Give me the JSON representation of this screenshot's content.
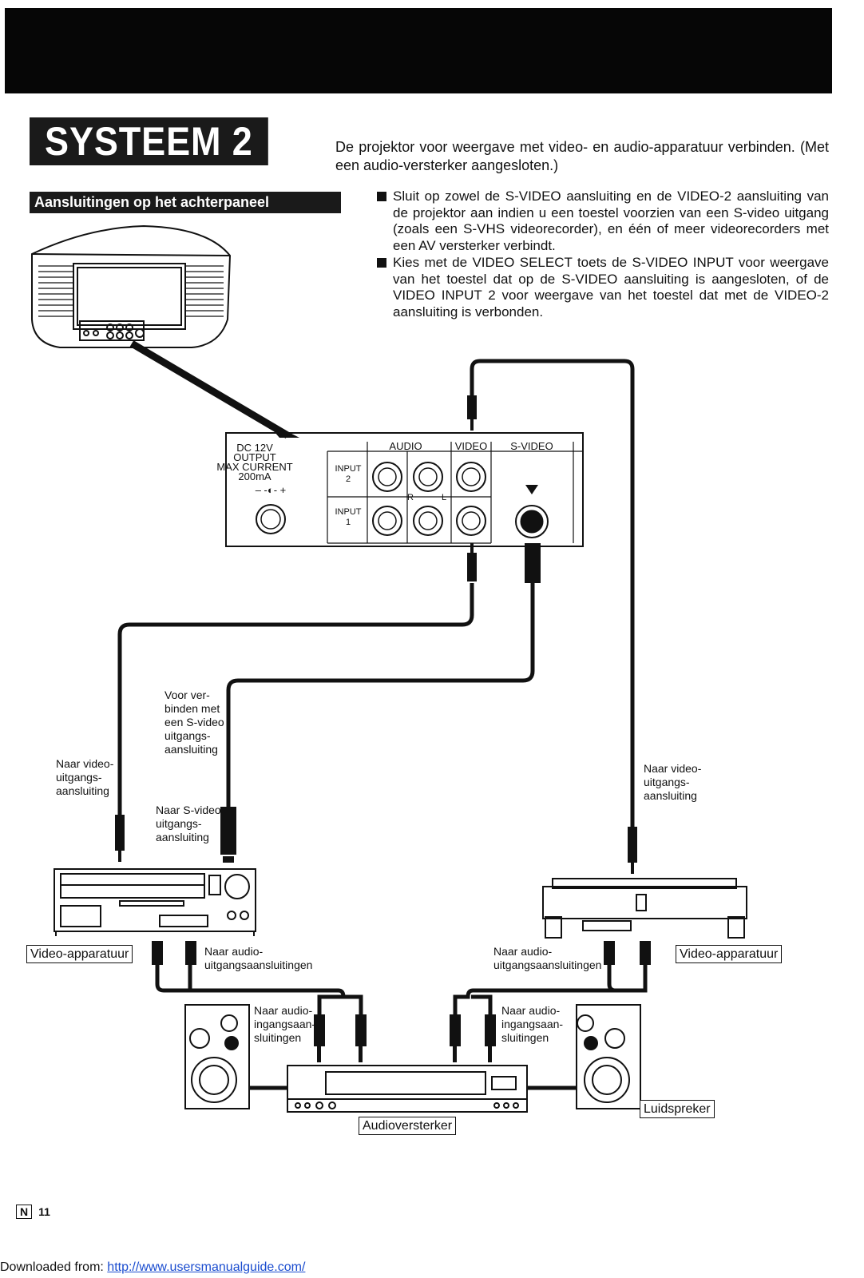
{
  "header": {
    "title": "SYSTEEM 2"
  },
  "intro": "De projektor voor weergave met video- en audio-apparatuur verbinden. (Met een audio-versterker aangesloten.)",
  "section_label": "Aansluitingen op het achterpaneel",
  "bullets": [
    "Sluit op zowel de S-VIDEO aansluiting en de VIDEO-2 aansluiting van de projektor aan indien u een toestel voorzien van een S-video uitgang (zoals een S-VHS videorecorder), en één of meer videorecorders met een AV versterker verbindt.",
    "Kies met de VIDEO SELECT toets de S-VIDEO INPUT voor weergave van het toestel dat op de S-VIDEO aansluiting is aangesloten, of de VIDEO INPUT 2 voor weergave van het toestel dat met de VIDEO-2 aansluiting is verbonden."
  ],
  "panel": {
    "dc_lines": [
      "DC 12V",
      "OUTPUT",
      "MAX CURRENT",
      "200mA"
    ],
    "audio": "AUDIO",
    "video": "VIDEO",
    "svideo": "S-VIDEO",
    "input2": [
      "INPUT",
      "2"
    ],
    "input1": [
      "INPUT",
      "1"
    ],
    "r": "R",
    "l": "L"
  },
  "labels": {
    "voor_verbinden": [
      "Voor ver-",
      "binden met",
      "een S-video",
      "uitgangs-",
      "aansluiting"
    ],
    "naar_video_left": [
      "Naar video-",
      "uitgangs-",
      "aansluiting"
    ],
    "naar_svideo": [
      "Naar S-video",
      "uitgangs-",
      "aansluiting"
    ],
    "naar_video_right": [
      "Naar video-",
      "uitgangs-",
      "aansluiting"
    ],
    "naar_audio_uit_left": [
      "Naar audio-",
      "uitgangsaansluitingen"
    ],
    "naar_audio_uit_right": [
      "Naar audio-",
      "uitgangsaansluitingen"
    ],
    "naar_audio_in_left": [
      "Naar audio-",
      "ingangsaan-",
      "sluitingen"
    ],
    "naar_audio_in_right": [
      "Naar audio-",
      "ingangsaan-",
      "sluitingen"
    ],
    "video_apparatuur_left": "Video-apparatuur",
    "video_apparatuur_right": "Video-apparatuur",
    "luidspreker": "Luidspreker",
    "audioversterker": "Audioversterker"
  },
  "page": {
    "lang": "N",
    "number": "11"
  },
  "footer": {
    "prefix": "Downloaded from: ",
    "link": "http://www.usersmanualguide.com/"
  }
}
